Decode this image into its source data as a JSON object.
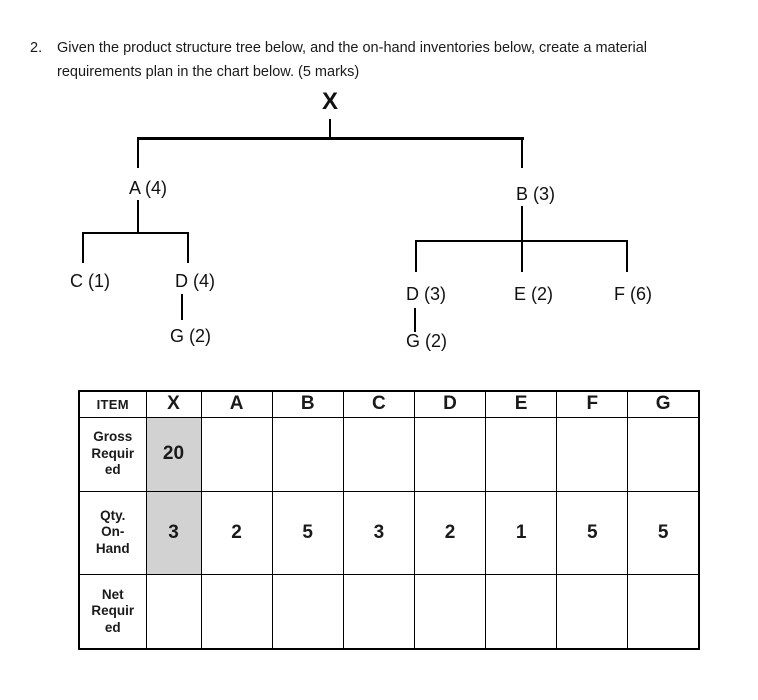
{
  "question": {
    "number": "2.",
    "text": "Given the product structure tree below, and the on-hand inventories below, create a material\nrequirements plan in the chart below. (5 marks)"
  },
  "tree": {
    "root": "X",
    "nodes": {
      "a": "A (4)",
      "b": "B (3)",
      "c": "C (1)",
      "d_under_a": "D (4)",
      "g_under_da": "G (2)",
      "d_under_b": "D (3)",
      "e": "E (2)",
      "f": "F (6)",
      "g_under_db": "G (2)"
    }
  },
  "table": {
    "header": [
      "ITEM",
      "X",
      "A",
      "B",
      "C",
      "D",
      "E",
      "F",
      "G"
    ],
    "rows": [
      {
        "label": "Gross\nRequir\ned",
        "values": [
          "20",
          "",
          "",
          "",
          "",
          "",
          "",
          ""
        ]
      },
      {
        "label": "Qty.\nOn-\nHand",
        "values": [
          "3",
          "2",
          "5",
          "3",
          "2",
          "1",
          "5",
          "5"
        ]
      },
      {
        "label": "Net\nRequir\ned",
        "values": [
          "",
          "",
          "",
          "",
          "",
          "",
          "",
          ""
        ]
      }
    ],
    "highlight_color": "#d2d2d2"
  }
}
